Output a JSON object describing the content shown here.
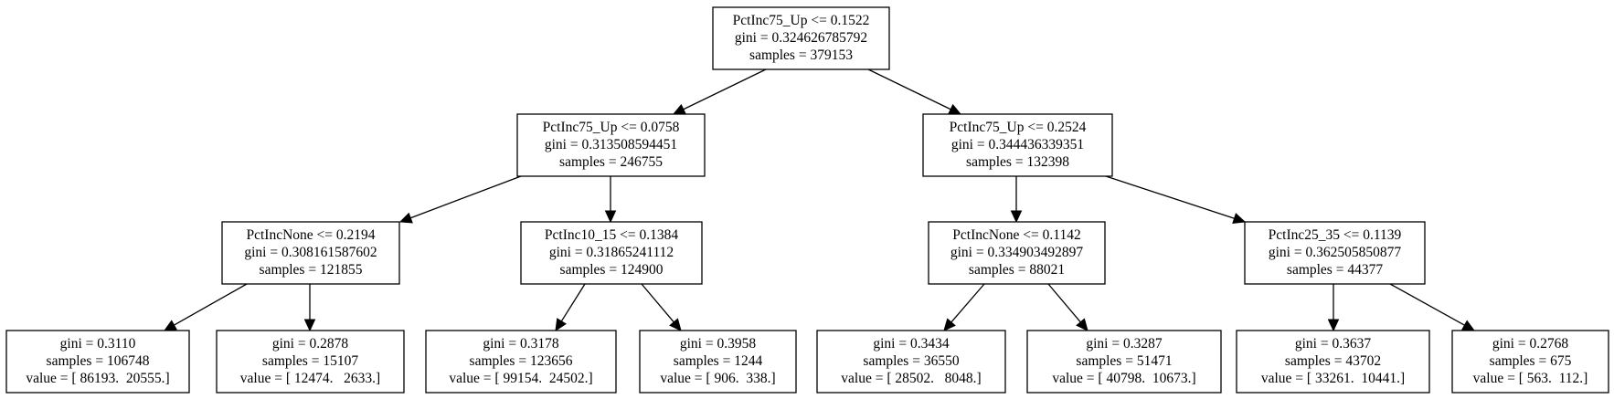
{
  "diagram": {
    "type": "decision-tree",
    "nodes": [
      {
        "id": "n0",
        "lines": [
          "PctInc75_Up <= 0.1522",
          "gini = 0.324626785792",
          "samples = 379153"
        ]
      },
      {
        "id": "n1",
        "lines": [
          "PctInc75_Up <= 0.0758",
          "gini = 0.313508594451",
          "samples = 246755"
        ]
      },
      {
        "id": "n2",
        "lines": [
          "PctInc75_Up <= 0.2524",
          "gini = 0.344436339351",
          "samples = 132398"
        ]
      },
      {
        "id": "n3",
        "lines": [
          "PctIncNone <= 0.2194",
          "gini = 0.308161587602",
          "samples = 121855"
        ]
      },
      {
        "id": "n4",
        "lines": [
          "PctInc10_15 <= 0.1384",
          "gini = 0.31865241112",
          "samples = 124900"
        ]
      },
      {
        "id": "n5",
        "lines": [
          "PctIncNone <= 0.1142",
          "gini = 0.334903492897",
          "samples = 88021"
        ]
      },
      {
        "id": "n6",
        "lines": [
          "PctInc25_35 <= 0.1139",
          "gini = 0.362505850877",
          "samples = 44377"
        ]
      },
      {
        "id": "n7",
        "lines": [
          "gini = 0.3110",
          "samples = 106748",
          "value = [ 86193.  20555.]"
        ]
      },
      {
        "id": "n8",
        "lines": [
          "gini = 0.2878",
          "samples = 15107",
          "value = [ 12474.   2633.]"
        ]
      },
      {
        "id": "n9",
        "lines": [
          "gini = 0.3178",
          "samples = 123656",
          "value = [ 99154.  24502.]"
        ]
      },
      {
        "id": "n10",
        "lines": [
          "gini = 0.3958",
          "samples = 1244",
          "value = [ 906.  338.]"
        ]
      },
      {
        "id": "n11",
        "lines": [
          "gini = 0.3434",
          "samples = 36550",
          "value = [ 28502.   8048.]"
        ]
      },
      {
        "id": "n12",
        "lines": [
          "gini = 0.3287",
          "samples = 51471",
          "value = [ 40798.  10673.]"
        ]
      },
      {
        "id": "n13",
        "lines": [
          "gini = 0.3637",
          "samples = 43702",
          "value = [ 33261.  10441.]"
        ]
      },
      {
        "id": "n14",
        "lines": [
          "gini = 0.2768",
          "samples = 675",
          "value = [ 563.  112.]"
        ]
      }
    ],
    "edges": [
      {
        "from": "n0",
        "to": "n1"
      },
      {
        "from": "n0",
        "to": "n2"
      },
      {
        "from": "n1",
        "to": "n3"
      },
      {
        "from": "n1",
        "to": "n4"
      },
      {
        "from": "n2",
        "to": "n5"
      },
      {
        "from": "n2",
        "to": "n6"
      },
      {
        "from": "n3",
        "to": "n7"
      },
      {
        "from": "n3",
        "to": "n8"
      },
      {
        "from": "n4",
        "to": "n9"
      },
      {
        "from": "n4",
        "to": "n10"
      },
      {
        "from": "n5",
        "to": "n11"
      },
      {
        "from": "n5",
        "to": "n12"
      },
      {
        "from": "n6",
        "to": "n13"
      },
      {
        "from": "n6",
        "to": "n14"
      }
    ]
  }
}
